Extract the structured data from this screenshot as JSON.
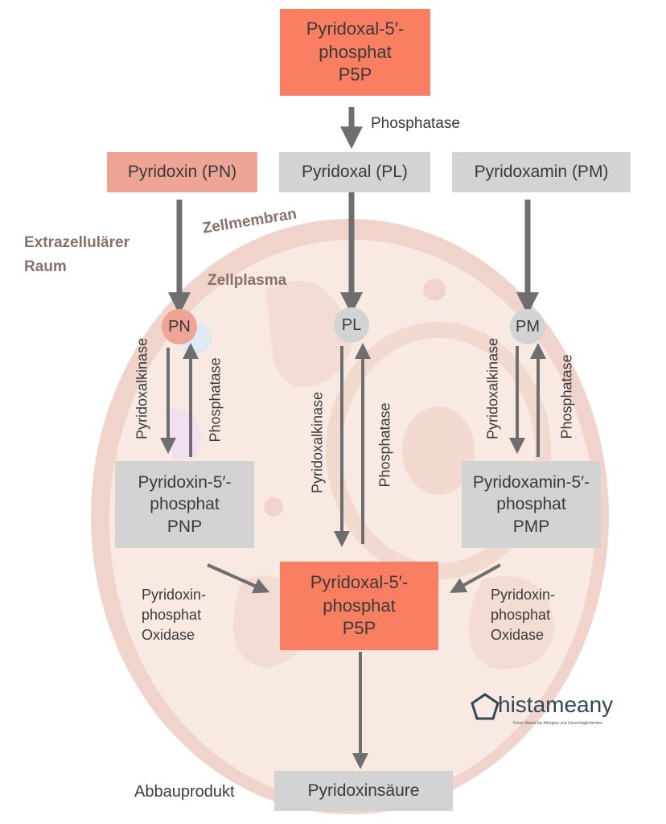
{
  "top_box": {
    "line1": "Pyridoxal-5′-",
    "line2": "phosphat",
    "line3": "P5P"
  },
  "phosphatase_top": "Phosphatase",
  "pn_box": "Pyridoxin (PN)",
  "pl_box": "Pyridoxal (PL)",
  "pm_box": "Pyridoxamin (PM)",
  "extracellular": {
    "line1": "Extrazellulärer",
    "line2": "Raum"
  },
  "membrane": "Zellmembran",
  "cytoplasm": "Zellplasma",
  "circles": {
    "pn": "PN",
    "pl": "PL",
    "pm": "PM"
  },
  "enzymes": {
    "kinase": "Pyridoxalkinase",
    "phosphatase": "Phosphatase"
  },
  "pnp_box": {
    "line1": "Pyridoxin-5′-",
    "line2": "phosphat",
    "line3": "PNP"
  },
  "pmp_box": {
    "line1": "Pyridoxamin-5′-",
    "line2": "phosphat",
    "line3": "PMP"
  },
  "center_box": {
    "line1": "Pyridoxal-5′-",
    "line2": "phosphat",
    "line3": "P5P"
  },
  "oxidase": {
    "line1": "Pyridoxin-",
    "line2": "phosphat",
    "line3": "Oxidase"
  },
  "end_box": "Pyridoxinsäure",
  "end_label": "Abbauprodukt",
  "logo": {
    "name": "histameany",
    "tagline": "Deine Marke bei Allergien und Unverträglichkeiten"
  },
  "colors": {
    "grey_box": "#d3d3d3",
    "pink_box": "#efa595",
    "orange_box": "#fa7e61",
    "arrow": "#6e6e6e",
    "cell_fill": "#f8eae2",
    "cell_border": "#f0d4cb"
  }
}
